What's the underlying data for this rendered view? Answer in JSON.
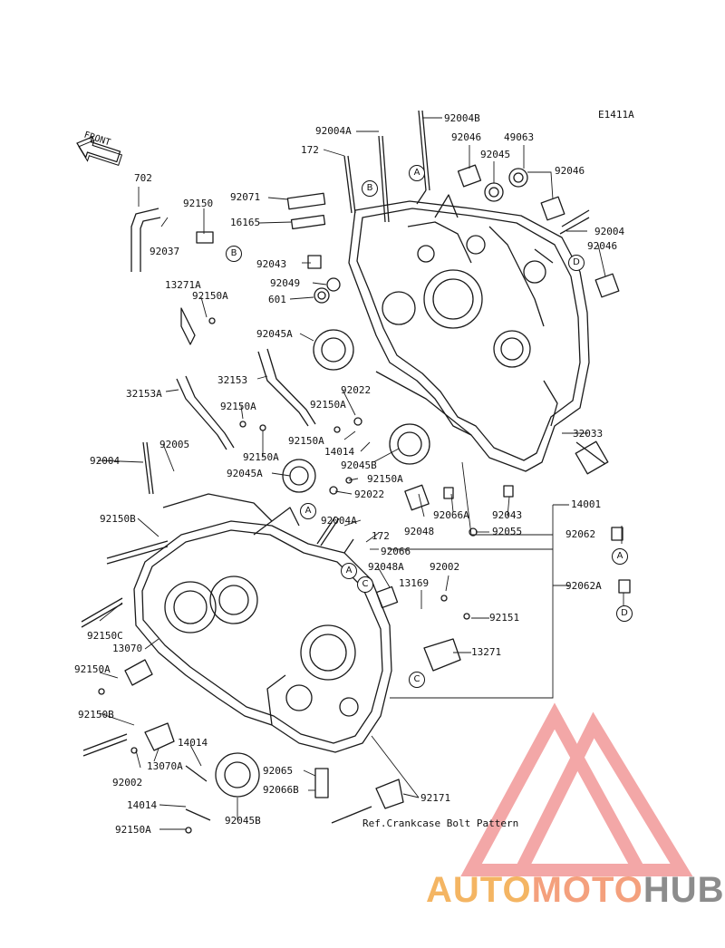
{
  "figure_code": "E1411A",
  "front_label": "FRONT",
  "ref_note": "Ref.Crankcase Bolt Pattern",
  "watermark": {
    "part1": "AUTO",
    "part2": "MOTO",
    "part3": "HUB",
    "colors": {
      "auto": "#f4b563",
      "moto": "#f4a07d",
      "hub": "#8c8c8c",
      "logo": "#f08a8a"
    }
  },
  "parts": [
    {
      "id": "p1",
      "text": "92004A"
    },
    {
      "id": "p2",
      "text": "92004B"
    },
    {
      "id": "p3",
      "text": "172"
    },
    {
      "id": "p4",
      "text": "92046"
    },
    {
      "id": "p5",
      "text": "49063"
    },
    {
      "id": "p6",
      "text": "92045"
    },
    {
      "id": "p7",
      "text": "92046"
    },
    {
      "id": "p8",
      "text": "702"
    },
    {
      "id": "p9",
      "text": "92150"
    },
    {
      "id": "p10",
      "text": "92071"
    },
    {
      "id": "p11",
      "text": "16165"
    },
    {
      "id": "p12",
      "text": "92037"
    },
    {
      "id": "p13",
      "text": "92004"
    },
    {
      "id": "p14",
      "text": "92046"
    },
    {
      "id": "p15",
      "text": "92043"
    },
    {
      "id": "p16",
      "text": "92049"
    },
    {
      "id": "p17",
      "text": "601"
    },
    {
      "id": "p18",
      "text": "13271A"
    },
    {
      "id": "p19",
      "text": "92150A"
    },
    {
      "id": "p20",
      "text": "92045A"
    },
    {
      "id": "p21",
      "text": "32153"
    },
    {
      "id": "p22",
      "text": "92022"
    },
    {
      "id": "p23",
      "text": "32153A"
    },
    {
      "id": "p24",
      "text": "92150A"
    },
    {
      "id": "p25",
      "text": "92150A"
    },
    {
      "id": "p26",
      "text": "14014"
    },
    {
      "id": "p27",
      "text": "32033"
    },
    {
      "id": "p28",
      "text": "92004"
    },
    {
      "id": "p29",
      "text": "92005"
    },
    {
      "id": "p30",
      "text": "92150A"
    },
    {
      "id": "p31",
      "text": "92150A"
    },
    {
      "id": "p32",
      "text": "92045B"
    },
    {
      "id": "p33",
      "text": "92045A"
    },
    {
      "id": "p34",
      "text": "92150A"
    },
    {
      "id": "p35",
      "text": "92022"
    },
    {
      "id": "p36",
      "text": "14001"
    },
    {
      "id": "p37",
      "text": "92048"
    },
    {
      "id": "p38",
      "text": "92066A"
    },
    {
      "id": "p39",
      "text": "92043"
    },
    {
      "id": "p40",
      "text": "92055"
    },
    {
      "id": "p41",
      "text": "92150B"
    },
    {
      "id": "p42",
      "text": "92004A"
    },
    {
      "id": "p43",
      "text": "92062"
    },
    {
      "id": "p44",
      "text": "172"
    },
    {
      "id": "p45",
      "text": "92066"
    },
    {
      "id": "p46",
      "text": "92048A"
    },
    {
      "id": "p47",
      "text": "92002"
    },
    {
      "id": "p48",
      "text": "13169"
    },
    {
      "id": "p49",
      "text": "92062A"
    },
    {
      "id": "p50",
      "text": "92151"
    },
    {
      "id": "p51",
      "text": "92150C"
    },
    {
      "id": "p52",
      "text": "13070"
    },
    {
      "id": "p53",
      "text": "13271"
    },
    {
      "id": "p54",
      "text": "92150A"
    },
    {
      "id": "p55",
      "text": "92150B"
    },
    {
      "id": "p56",
      "text": "14014"
    },
    {
      "id": "p57",
      "text": "13070A"
    },
    {
      "id": "p58",
      "text": "92065"
    },
    {
      "id": "p59",
      "text": "92002"
    },
    {
      "id": "p60",
      "text": "92066B"
    },
    {
      "id": "p61",
      "text": "92171"
    },
    {
      "id": "p62",
      "text": "14014"
    },
    {
      "id": "p63",
      "text": "92045B"
    },
    {
      "id": "p64",
      "text": "92150A"
    }
  ],
  "callouts": [
    {
      "id": "c1",
      "text": "A"
    },
    {
      "id": "c2",
      "text": "B"
    },
    {
      "id": "c3",
      "text": "B"
    },
    {
      "id": "c4",
      "text": "D"
    },
    {
      "id": "c5",
      "text": "A"
    },
    {
      "id": "c6",
      "text": "A"
    },
    {
      "id": "c7",
      "text": "C"
    },
    {
      "id": "c8",
      "text": "A"
    },
    {
      "id": "c9",
      "text": "D"
    },
    {
      "id": "c10",
      "text": "C"
    }
  ]
}
